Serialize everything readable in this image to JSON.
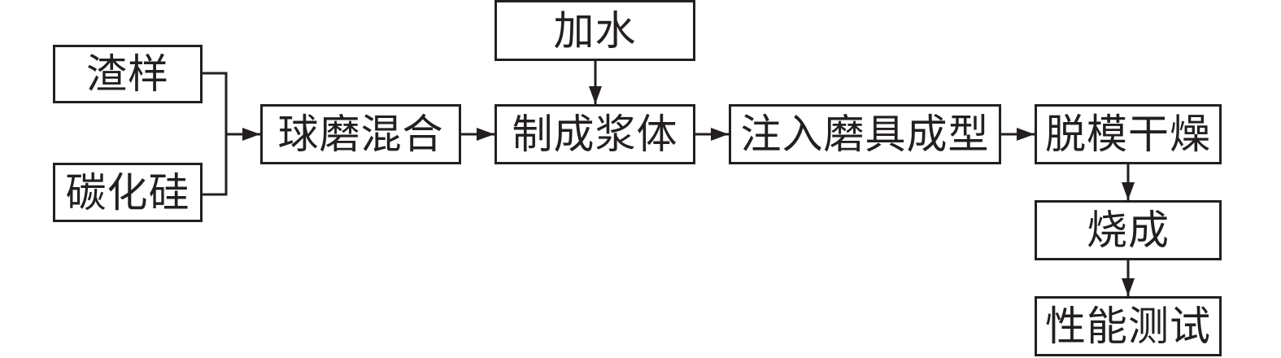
{
  "diagram": {
    "nodes": {
      "slag_sample": "渣样",
      "silicon_carbide": "碳化硅",
      "add_water": "加水",
      "ball_mill_mixing": "球磨混合",
      "make_slurry": "制成浆体",
      "inject_mold_forming": "注入磨具成型",
      "demold_drying": "脱模干燥",
      "sintering": "烧成",
      "performance_test": "性能测试"
    },
    "edges": [
      {
        "from": "slag_sample",
        "to": "ball_mill_mixing"
      },
      {
        "from": "silicon_carbide",
        "to": "ball_mill_mixing"
      },
      {
        "from": "ball_mill_mixing",
        "to": "make_slurry"
      },
      {
        "from": "add_water",
        "to": "make_slurry"
      },
      {
        "from": "make_slurry",
        "to": "inject_mold_forming"
      },
      {
        "from": "inject_mold_forming",
        "to": "demold_drying"
      },
      {
        "from": "demold_drying",
        "to": "sintering"
      },
      {
        "from": "sintering",
        "to": "performance_test"
      }
    ],
    "colors": {
      "stroke": "#231f20",
      "background": "#ffffff"
    }
  }
}
